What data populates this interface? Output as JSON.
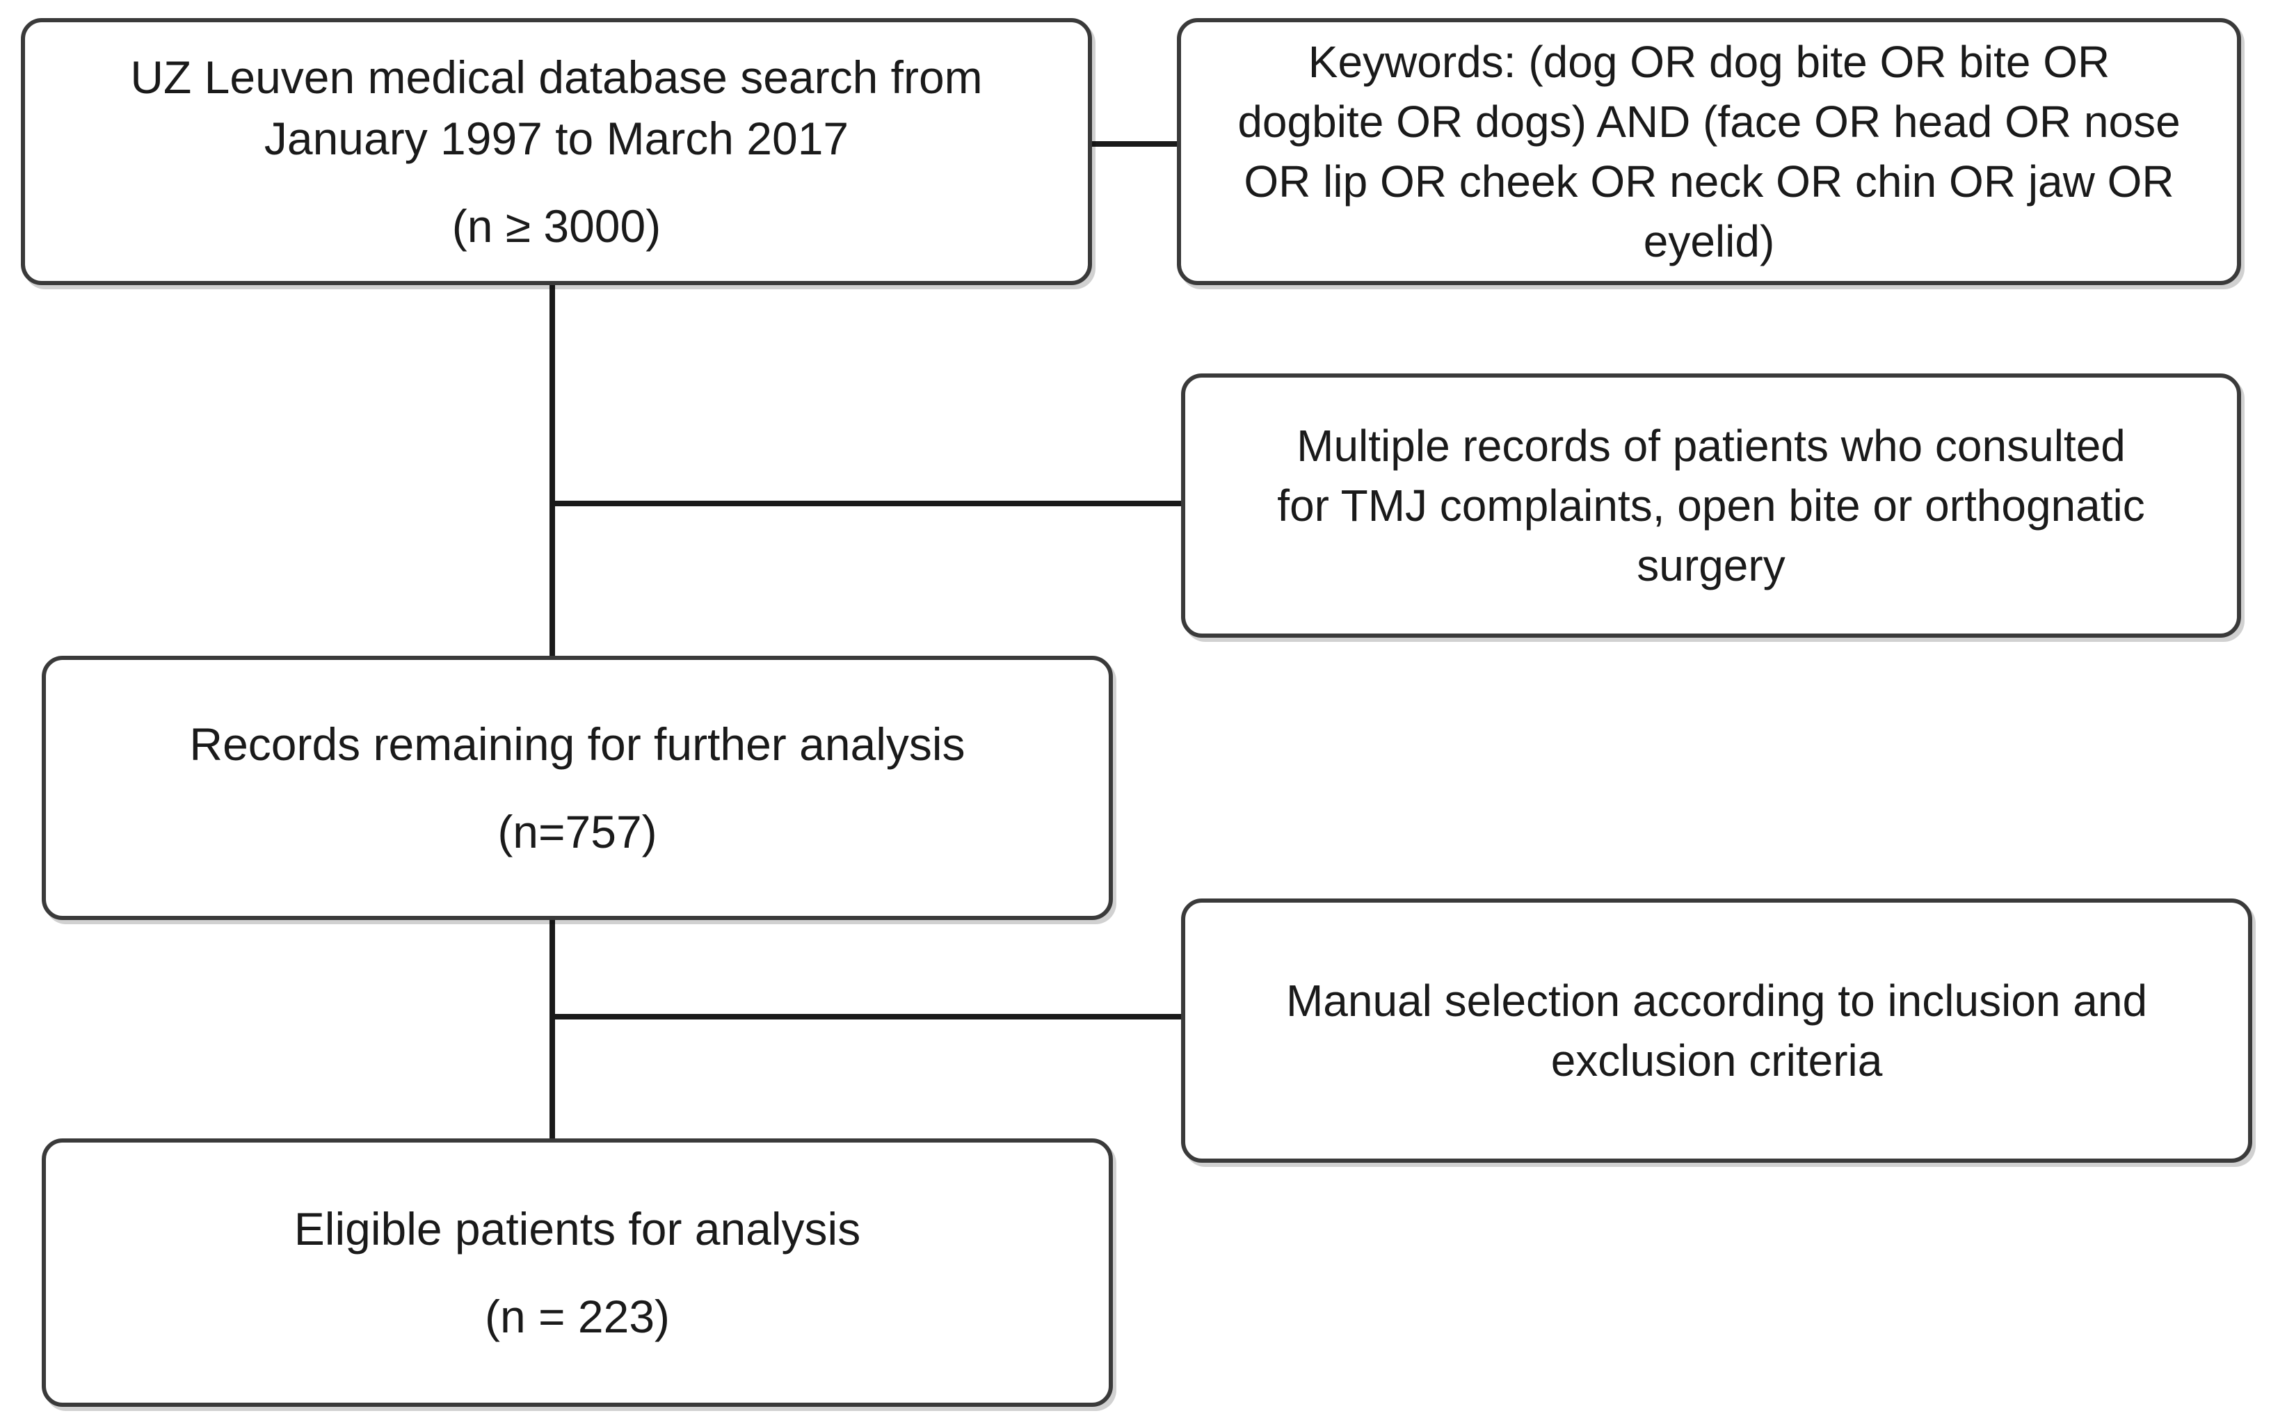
{
  "nodes": {
    "search": {
      "lines": [
        "UZ Leuven medical database search from",
        "January 1997  to March 2017"
      ],
      "count": "(n ≥ 3000)"
    },
    "keywords": {
      "lines": [
        "Keywords: (dog OR dog bite OR bite OR",
        "dogbite OR dogs) AND (face OR head OR nose",
        "OR lip OR cheek OR neck OR chin OR jaw OR",
        "eyelid)"
      ]
    },
    "multiple_records": {
      "lines": [
        "Multiple records of patients who consulted",
        "for TMJ complaints, open bite or orthognatic",
        "surgery"
      ]
    },
    "remaining": {
      "lines": [
        "Records remaining for further analysis"
      ],
      "count": "(n=757)"
    },
    "manual_selection": {
      "lines": [
        "Manual selection according to inclusion and",
        "exclusion criteria"
      ]
    },
    "eligible": {
      "lines": [
        "Eligible patients for analysis"
      ],
      "count": "(n = 223)"
    }
  },
  "colors": {
    "border": "#3a3a3a",
    "connector": "#1a1a1a",
    "background": "#ffffff"
  }
}
